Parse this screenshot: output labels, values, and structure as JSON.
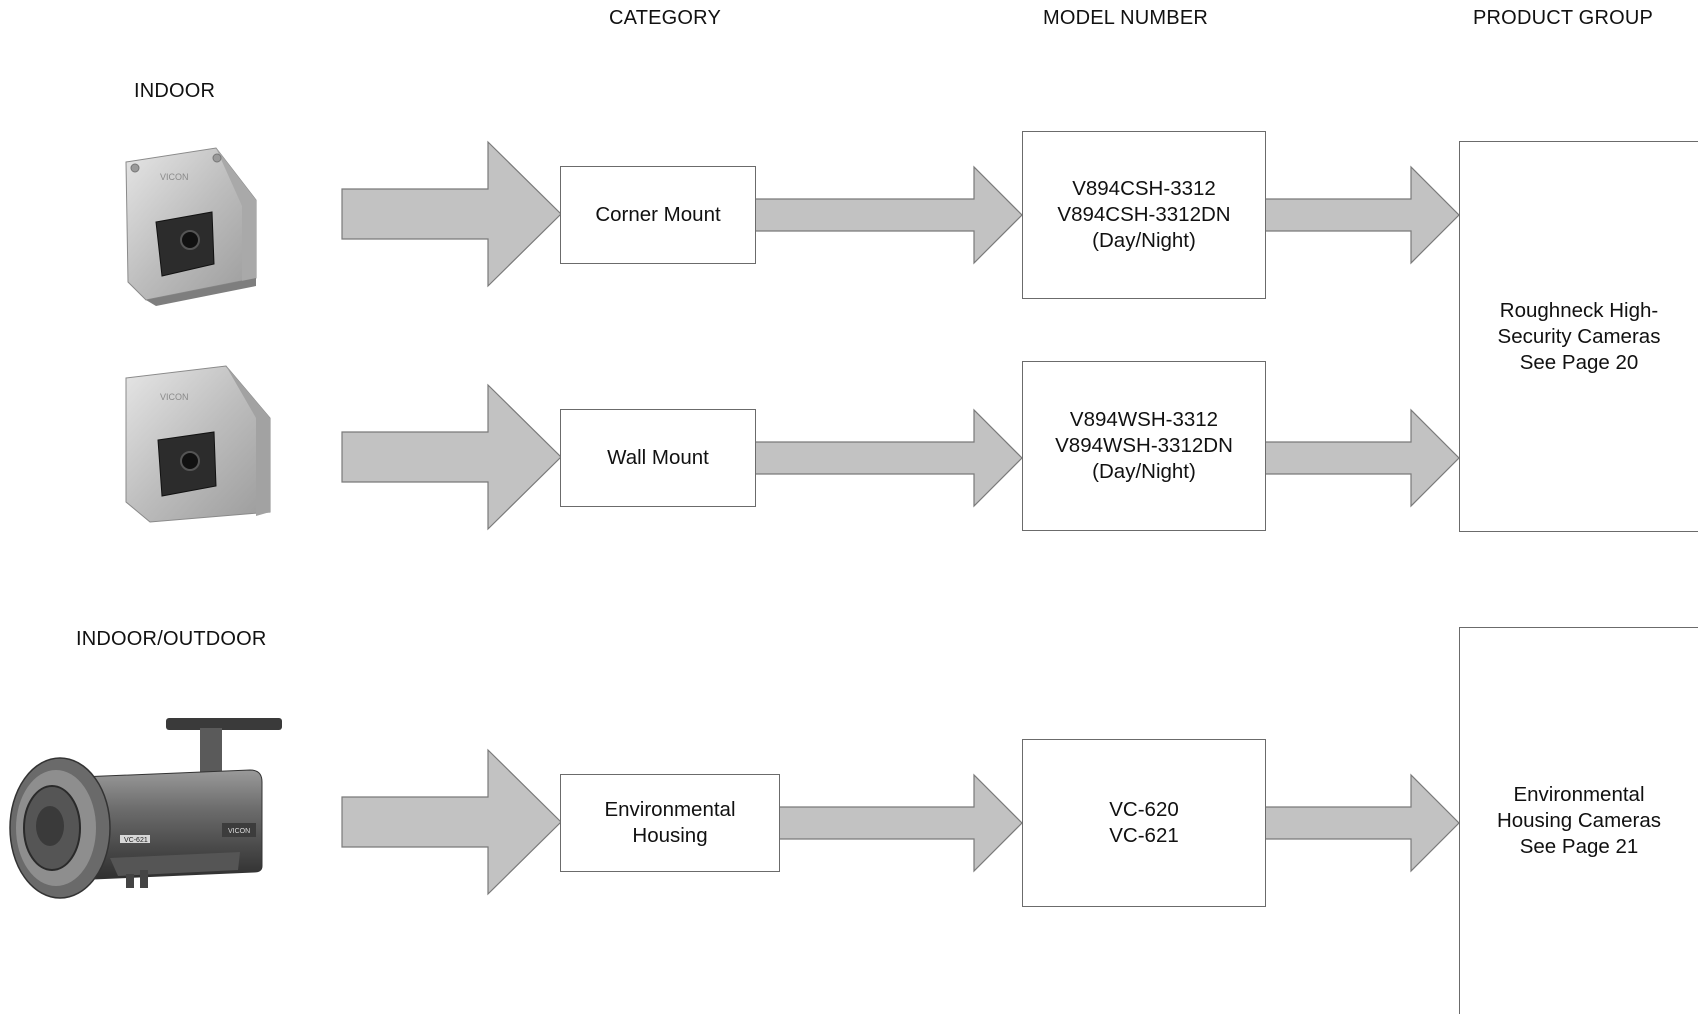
{
  "headers": {
    "category": "CATEGORY",
    "model_number": "MODEL NUMBER",
    "product_group": "PRODUCT GROUP"
  },
  "sections": {
    "indoor": "INDOOR",
    "indoor_outdoor": "INDOOR/OUTDOOR"
  },
  "categories": {
    "corner": "Corner Mount",
    "wall": "Wall Mount",
    "environmental": [
      "Environmental",
      "Housing"
    ]
  },
  "models": {
    "corner": [
      "V894CSH-3312",
      "V894CSH-3312DN",
      "(Day/Night)"
    ],
    "wall": [
      "V894WSH-3312",
      "V894WSH-3312DN",
      "(Day/Night)"
    ],
    "environmental": [
      "VC-620",
      "VC-621"
    ]
  },
  "product_groups": {
    "roughneck": [
      "Roughneck High-",
      "Security Cameras",
      "See Page 20"
    ],
    "environmental": [
      "Environmental",
      "Housing Cameras",
      "See Page 21"
    ]
  },
  "images": {
    "corner_camera": "corner-mount-camera",
    "wall_camera": "wall-mount-camera",
    "bullet_camera": "environmental-housing-bullet-camera"
  },
  "image_labels": {
    "brand": "VICON",
    "bullet_model": "VC-621"
  },
  "colors": {
    "arrow_fill": "#c2c2c2",
    "arrow_stroke": "#7a7a7a",
    "box_border": "#6b6b6b"
  }
}
